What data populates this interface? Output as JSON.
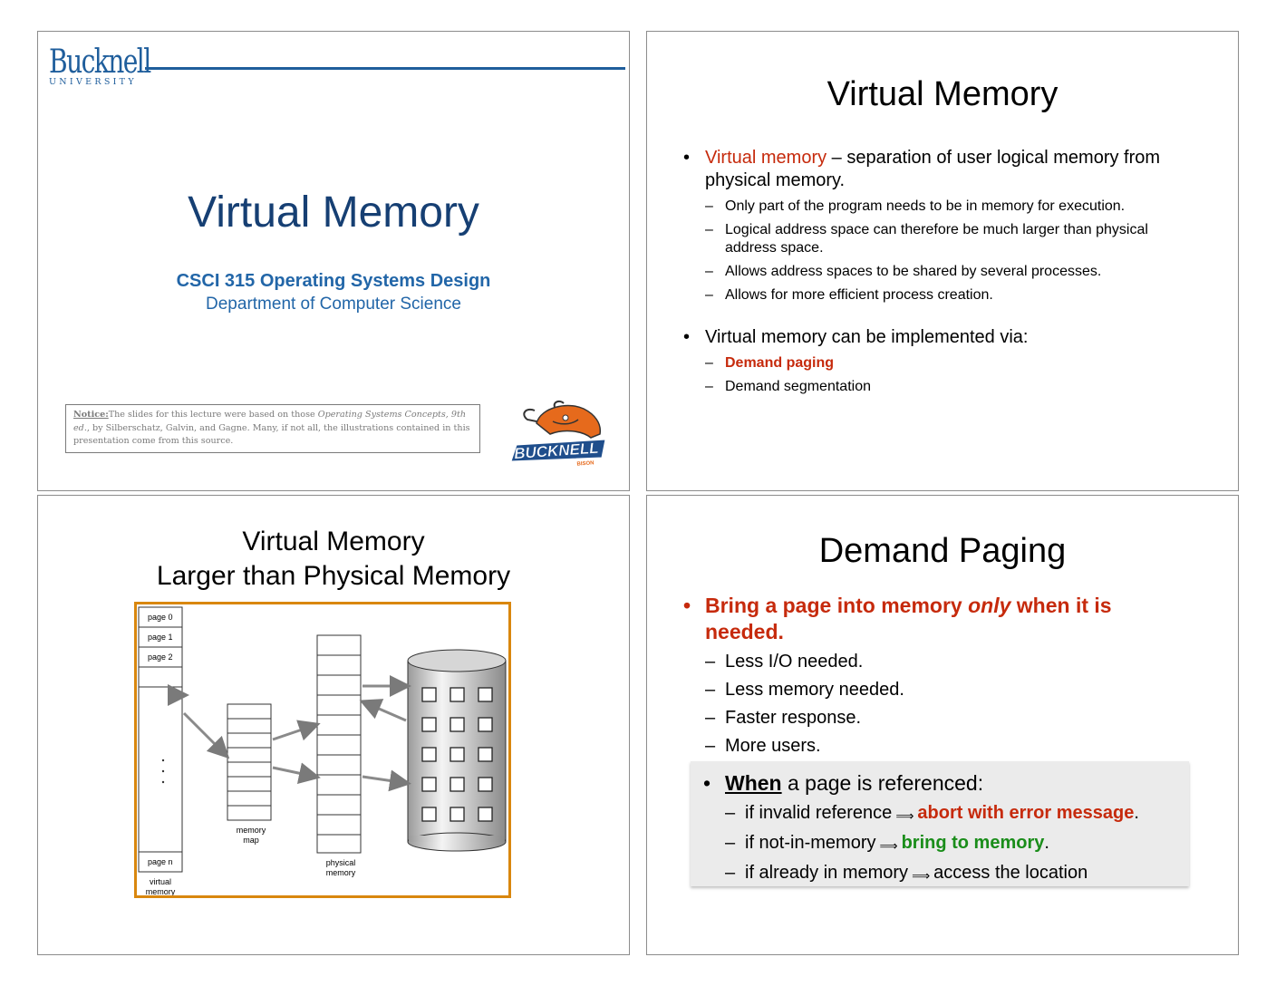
{
  "slide1": {
    "logo_name": "Bucknell",
    "logo_sub": "UNIVERSITY",
    "title": "Virtual Memory",
    "course": "CSCI 315 Operating Systems Design",
    "department": "Department of Computer Science",
    "notice_label": "Notice:",
    "notice_text1": "The slides for this lecture were based on those ",
    "notice_book": "Operating Systems Concepts, 9th ed.",
    "notice_text2": ", by Silberschatz, Galvin, and Gagne.  Many, if not all, the illustrations contained in this presentation come from this source.",
    "mascot_text": "BUCKNELL",
    "mascot_sub": "BISON"
  },
  "slide2": {
    "title": "Virtual Memory",
    "bullet1_red": "Virtual memory",
    "bullet1_text": " – separation of user logical memory from physical memory.",
    "sub1": [
      "Only part of the program needs to be in memory for execution.",
      "Logical address space can therefore be much larger than physical address space.",
      "Allows address spaces to be shared by several processes.",
      "Allows for more efficient process creation."
    ],
    "bullet2": "Virtual memory can be implemented via:",
    "sub2_red": "Demand paging",
    "sub2_b": "Demand segmentation"
  },
  "slide3": {
    "title_line1": "Virtual Memory",
    "title_line2": "Larger than Physical Memory",
    "vm_pages": [
      "page 0",
      "page 1",
      "page 2"
    ],
    "vm_last_page": "page n",
    "vm_label": [
      "virtual",
      "memory"
    ],
    "map_label": [
      "memory",
      "map"
    ],
    "phys_label": [
      "physical",
      "memory"
    ]
  },
  "slide4": {
    "title": "Demand Paging",
    "bullet1_a": "Bring a page into memory ",
    "bullet1_em": "only",
    "bullet1_b": " when it is needed.",
    "subs": [
      "Less I/O needed.",
      "Less memory needed.",
      "Faster response.",
      "More users."
    ],
    "box_bullet_u": "When",
    "box_bullet_rest": " a page is referenced:",
    "box_sub1_a": "if invalid reference",
    "box_sub1_red": "abort with error message",
    "box_sub2_a": "if not-in-memory",
    "box_sub2_green": "bring to memory",
    "box_sub3_a": "if already in memory",
    "box_sub3_b": "access the location",
    "arrow": "⟹",
    "period": "."
  },
  "colors": {
    "bucknell_blue": "#1f5e9c",
    "title_blue": "#163f73",
    "emphasis_red": "#c62a0c",
    "emphasis_green": "#1a8d1a",
    "figure_border": "#d9870e"
  }
}
